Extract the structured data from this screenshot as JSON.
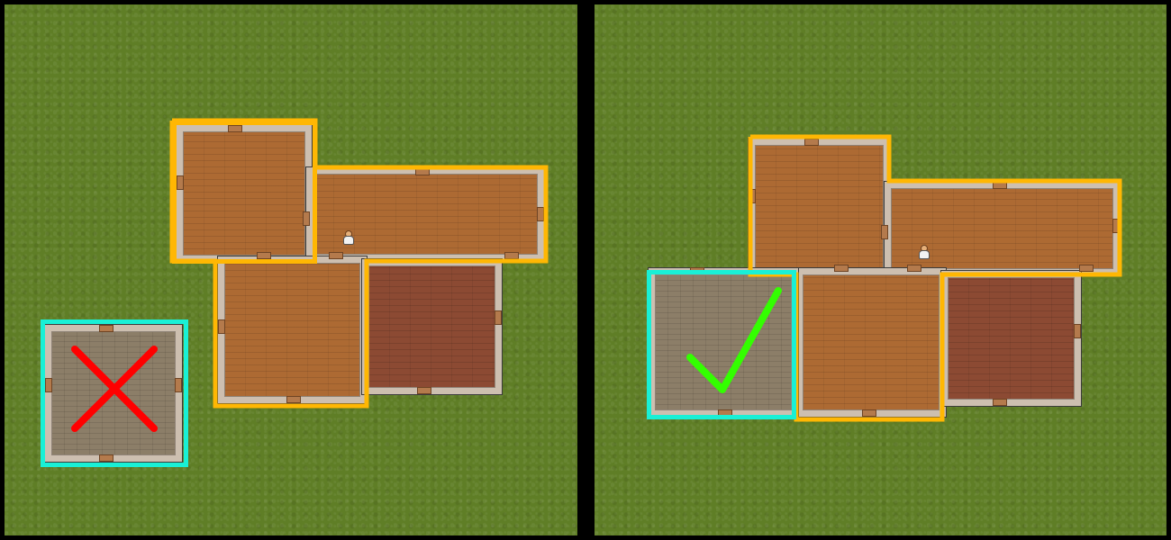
{
  "panels": [
    {
      "id": "left",
      "verdict": "incorrect",
      "mark_icon": "red-x-icon",
      "mark_color": "#ff0000"
    },
    {
      "id": "right",
      "verdict": "correct",
      "mark_icon": "green-checkmark-icon",
      "mark_color": "#33ff00"
    }
  ],
  "colors": {
    "grass": "#5f7e26",
    "existing_room_outline": "#ffb703",
    "new_room_outline": "#19f0d6",
    "wall": "#cdbfb0",
    "wood_floor": "#ad6a33",
    "dark_wood_floor": "#8c4a33",
    "stone_floor": "#8c7e68",
    "divider": "#000000"
  }
}
